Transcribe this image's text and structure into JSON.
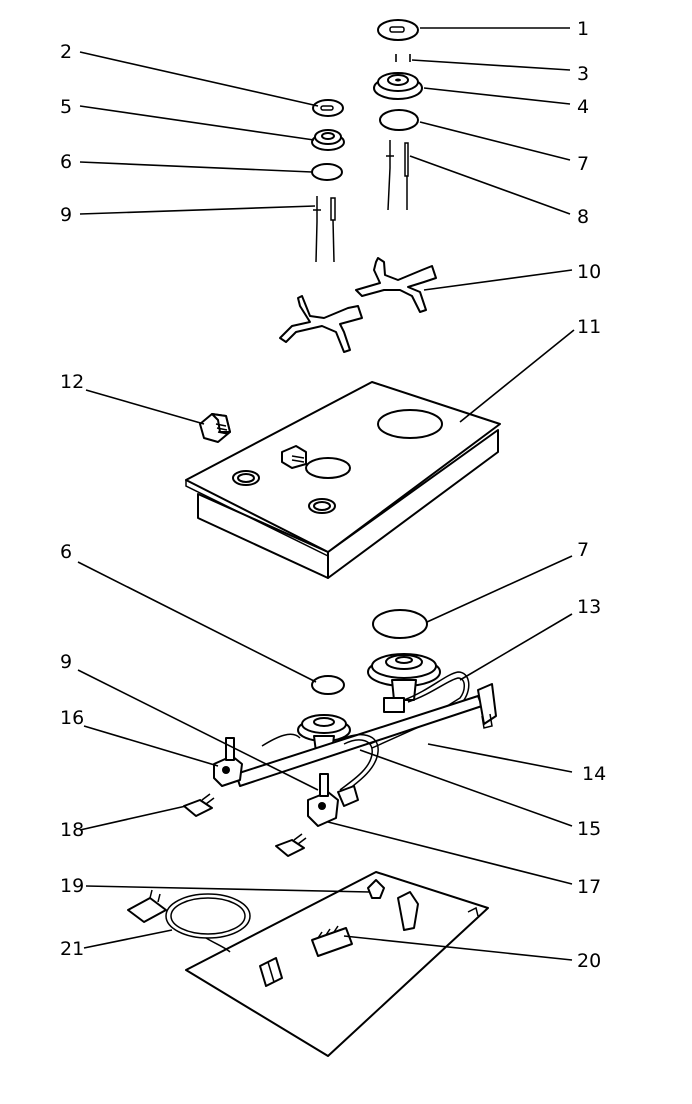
{
  "title": "",
  "callouts": [
    {
      "id": "1",
      "label": "1"
    },
    {
      "id": "2",
      "label": "2"
    },
    {
      "id": "3",
      "label": "3"
    },
    {
      "id": "4",
      "label": "4"
    },
    {
      "id": "5",
      "label": "5"
    },
    {
      "id": "6a",
      "label": "6"
    },
    {
      "id": "7a",
      "label": "7"
    },
    {
      "id": "8",
      "label": "8"
    },
    {
      "id": "9a",
      "label": "9"
    },
    {
      "id": "10",
      "label": "10"
    },
    {
      "id": "11",
      "label": "11"
    },
    {
      "id": "12",
      "label": "12"
    },
    {
      "id": "6b",
      "label": "6"
    },
    {
      "id": "7b",
      "label": "7"
    },
    {
      "id": "13",
      "label": "13"
    },
    {
      "id": "9b",
      "label": "9"
    },
    {
      "id": "16",
      "label": "16"
    },
    {
      "id": "14",
      "label": "14"
    },
    {
      "id": "18",
      "label": "18"
    },
    {
      "id": "15",
      "label": "15"
    },
    {
      "id": "17",
      "label": "17"
    },
    {
      "id": "19",
      "label": "19"
    },
    {
      "id": "20",
      "label": "20"
    },
    {
      "id": "21",
      "label": "21"
    }
  ]
}
